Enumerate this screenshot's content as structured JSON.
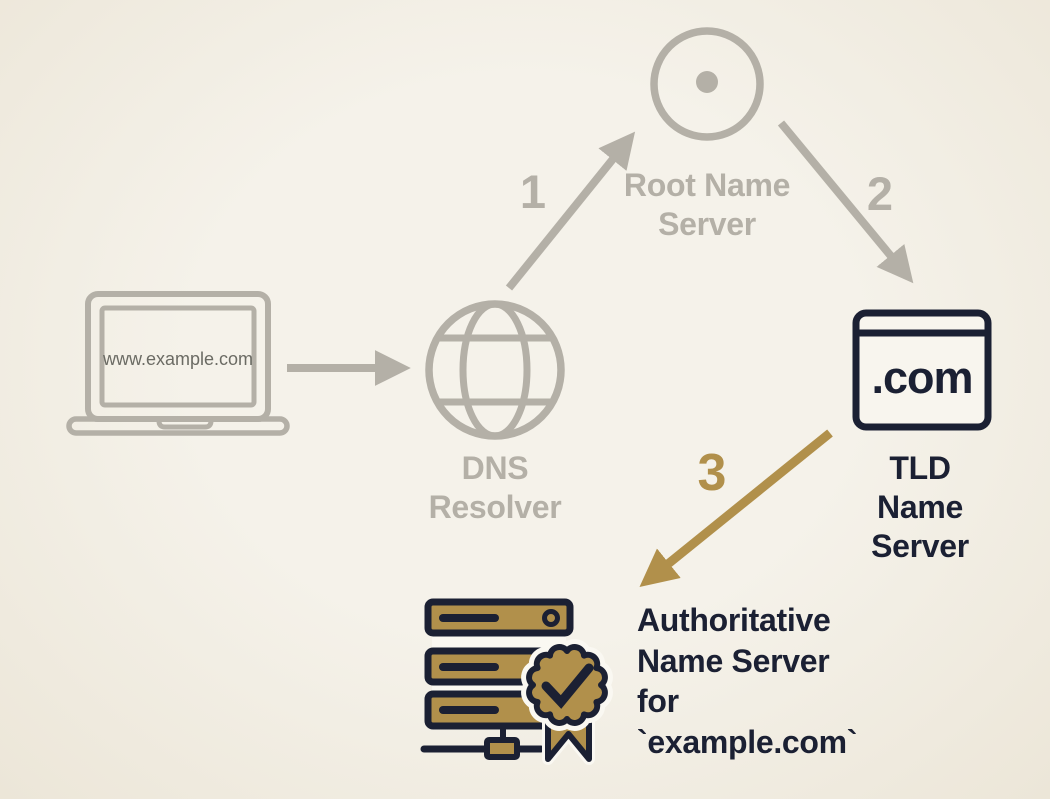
{
  "title": "DNS resolution flow diagram",
  "colors": {
    "background": "#f2efe7",
    "gray": "#b4b0a7",
    "navy": "#1b2033",
    "gold": "#b1904b",
    "url_text": "#6b6b64",
    "window_fill": "#f8f5ee",
    "plate_white": "#faf8f2"
  },
  "nodes": {
    "client": {
      "icon": "laptop-icon",
      "screen_text": "www.example.com"
    },
    "resolver": {
      "icon": "globe-icon",
      "label": "DNS\nResolver"
    },
    "root": {
      "icon": "root-dot-circle-icon",
      "label": "Root Name\nServer"
    },
    "tld": {
      "icon": "browser-window-icon",
      "window_text": ".com",
      "label": "TLD Name\nServer"
    },
    "authoritative": {
      "icon": "server-stack-certificate-icon",
      "label": "Authoritative\nName Server\nfor\n`example.com`"
    }
  },
  "steps": [
    {
      "label": "1"
    },
    {
      "label": "2"
    },
    {
      "label": "3"
    }
  ]
}
